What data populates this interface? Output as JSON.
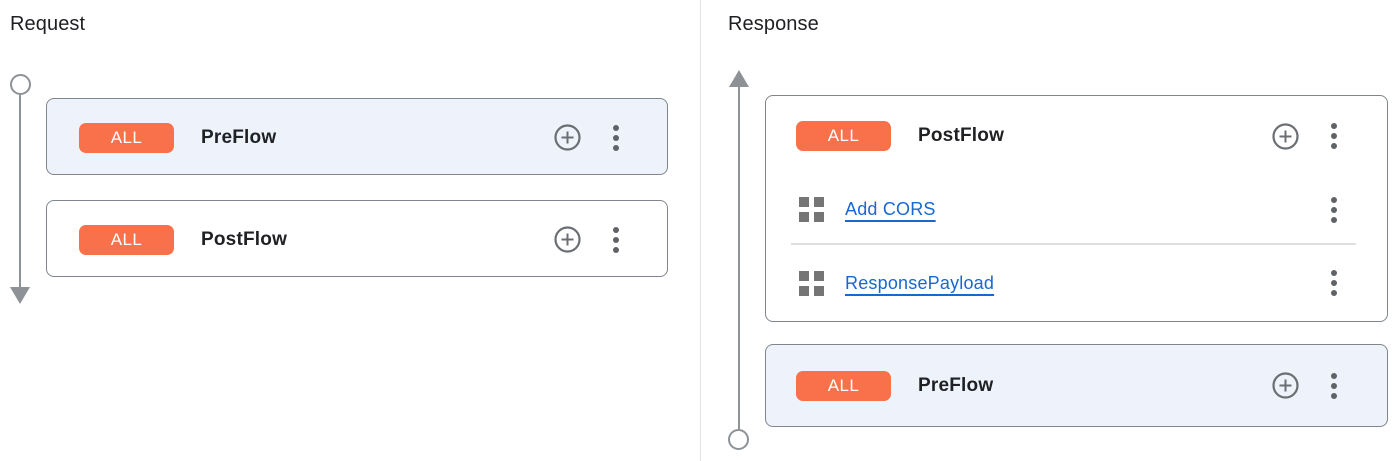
{
  "colors": {
    "badge_orange": "#F8714A",
    "link_blue": "#1967D2",
    "selected_card_bg": "#EDF2FB",
    "card_border": "#80868B",
    "flow_line_gray": "#8E9297"
  },
  "panes": {
    "request": {
      "title": "Request",
      "cards": [
        {
          "badge": "ALL",
          "title": "PreFlow",
          "selected": true
        },
        {
          "badge": "ALL",
          "title": "PostFlow",
          "selected": false
        }
      ]
    },
    "response": {
      "title": "Response",
      "cards": [
        {
          "badge": "ALL",
          "title": "PostFlow",
          "selected": false,
          "policies": [
            {
              "label": "Add CORS"
            },
            {
              "label": "ResponsePayload"
            }
          ]
        },
        {
          "badge": "ALL",
          "title": "PreFlow",
          "selected": true
        }
      ]
    }
  },
  "icons": {
    "add_policy": "add-circle-icon",
    "more_options": "more-vert-icon",
    "policy": "policy-grid-icon",
    "flow_start": "flow-endpoint-circle",
    "flow_direction": "flow-arrow"
  }
}
